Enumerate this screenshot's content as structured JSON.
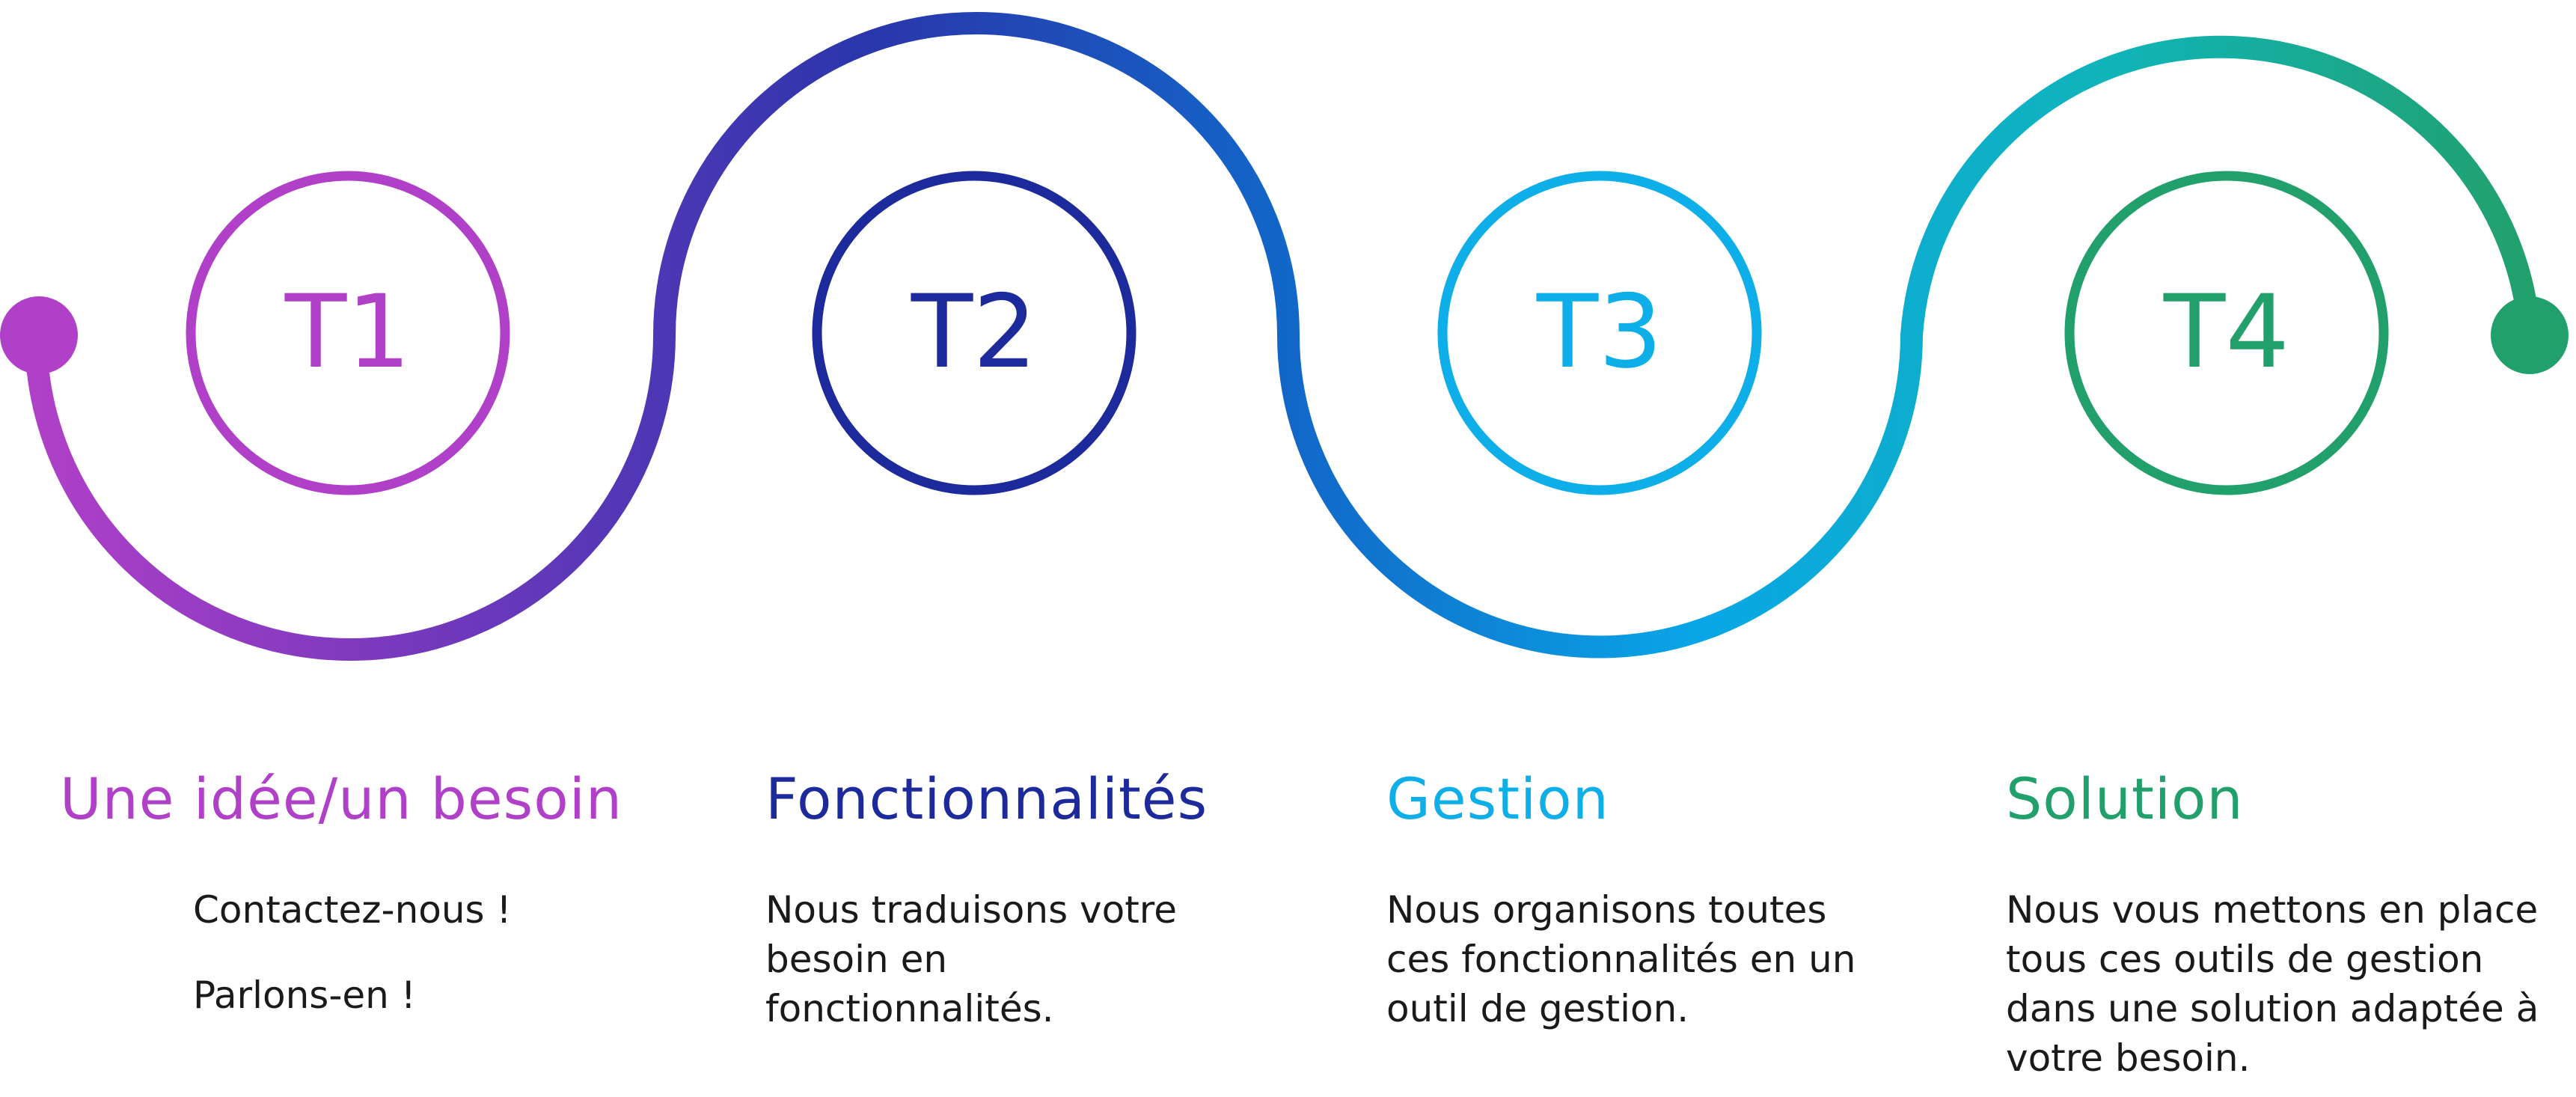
{
  "steps": [
    {
      "label": "T1",
      "color": "#b040c8",
      "title": "Une idée/un besoin",
      "lines": [
        "Contactez-nous !",
        "Parlons-en !"
      ]
    },
    {
      "label": "T2",
      "color": "#1c2a9c",
      "title": "Fonctionnalités",
      "lines": [
        "Nous traduisons votre besoin en fonctionnalités."
      ]
    },
    {
      "label": "T3",
      "color": "#0eaee8",
      "title": "Gestion",
      "lines": [
        "Nous organisons toutes ces fonctionnalités en un outil de gestion."
      ]
    },
    {
      "label": "T4",
      "color": "#22a06c",
      "title": "Solution",
      "lines": [
        "Nous vous mettons en place tous ces outils de gestion dans une solution adaptée à votre besoin."
      ]
    }
  ],
  "wave": {
    "start_color": "#b040c8",
    "colors": [
      "#b040c8",
      "#7038bc",
      "#2a36ac",
      "#1266c8",
      "#09a6e6",
      "#10b4b8",
      "#22a06c"
    ],
    "end_color": "#22a06c"
  }
}
